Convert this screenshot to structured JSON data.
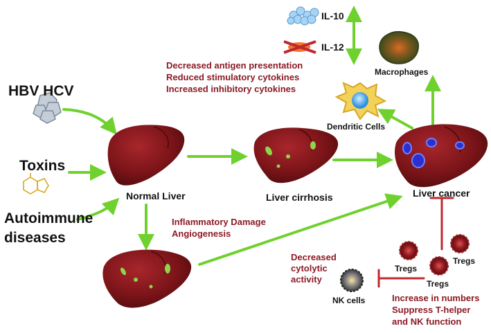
{
  "sources": {
    "virus": "HBV HCV",
    "toxins": "Toxins",
    "autoimmune_line1": "Autoimmune",
    "autoimmune_line2": "diseases"
  },
  "stages": {
    "normal": "Normal Liver",
    "cirrhosis": "Liver cirrhosis",
    "cancer": "Liver cancer"
  },
  "cytokines": {
    "il10": "IL-10",
    "il12": "IL-12"
  },
  "immune_cells": {
    "macrophages": "Macrophages",
    "dendritic": "Dendritic Cells",
    "nk": "NK cells",
    "tregs_1": "Tregs",
    "tregs_2": "Tregs",
    "tregs_3": "Tregs"
  },
  "annotations": {
    "antigen_1": "Decreased antigen presentation",
    "antigen_2": "Reduced stimulatory cytokines",
    "antigen_3": "Increased inhibitory cytokines",
    "inflam_1": "Inflammatory Damage",
    "inflam_2": "Angiogenesis",
    "cyto_1": "Decreased",
    "cyto_2": "cytolytic",
    "cyto_3": "activity",
    "tregs_1": "Increase in numbers",
    "tregs_2": "Suppress T-helper",
    "tregs_3": "and NK function"
  },
  "colors": {
    "arrow_green": "#6fd12d",
    "inhibit_red": "#c0282f",
    "liver": "#7a1418",
    "annotation_text": "#8b1a24"
  }
}
